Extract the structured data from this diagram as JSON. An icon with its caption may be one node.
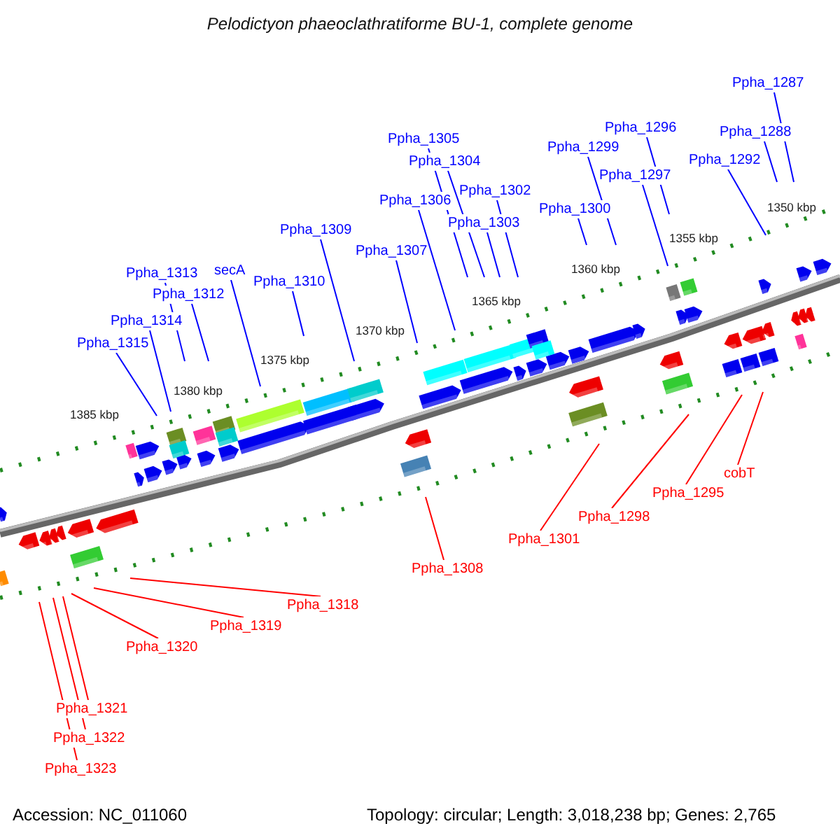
{
  "diagram": {
    "title": "Pelodictyon phaeoclathratiforme BU-1, complete genome",
    "nodes": [
      {
        "text": [
          "Ppha_1287"
        ]
      },
      {
        "text": [
          "Ppha_1296"
        ]
      },
      {
        "text": [
          "Ppha_1288"
        ]
      },
      {
        "text": [
          "Ppha_1305"
        ]
      },
      {
        "text": [
          "Ppha_1299"
        ]
      },
      {
        "text": [
          "Ppha_1292"
        ]
      },
      {
        "text": [
          "Ppha_1304"
        ]
      },
      {
        "text": [
          "Ppha_1297"
        ]
      },
      {
        "text": [
          "Ppha_1302"
        ]
      },
      {
        "text": [
          "Ppha_1306"
        ]
      },
      {
        "text": [
          "Ppha_1300"
        ]
      },
      {
        "text": [
          "Ppha_1303"
        ]
      },
      {
        "text": [
          "Ppha_1309"
        ]
      },
      {
        "text": [
          "Ppha_1307"
        ]
      },
      {
        "text": [
          "secA"
        ]
      },
      {
        "text": [
          "Ppha_1313"
        ]
      },
      {
        "text": [
          "Ppha_1310"
        ]
      },
      {
        "text": [
          "Ppha_1312"
        ]
      },
      {
        "text": [
          "Ppha_1314"
        ]
      },
      {
        "text": [
          "Ppha_1315"
        ]
      },
      {
        "text": [
          "cobT"
        ]
      },
      {
        "text": [
          "Ppha_1295"
        ]
      },
      {
        "text": [
          "Ppha_1298"
        ]
      },
      {
        "text": [
          "Ppha_1301"
        ]
      },
      {
        "text": [
          "Ppha_1308"
        ]
      },
      {
        "text": [
          "Ppha_1318"
        ]
      },
      {
        "text": [
          "Ppha_1319"
        ]
      },
      {
        "text": [
          "Ppha_1320"
        ]
      },
      {
        "text": [
          "Ppha_1321"
        ]
      },
      {
        "text": [
          "Ppha_1322"
        ]
      },
      {
        "text": [
          "Ppha_1323"
        ]
      }
    ],
    "edges": [
      {
        "from": 0,
        "to": null,
        "arrow": "none"
      },
      {
        "from": 1,
        "to": null,
        "arrow": "none"
      },
      {
        "from": 2,
        "to": null,
        "arrow": "none"
      },
      {
        "from": 3,
        "to": null,
        "arrow": "none"
      },
      {
        "from": 4,
        "to": null,
        "arrow": "none"
      },
      {
        "from": 5,
        "to": null,
        "arrow": "none"
      },
      {
        "from": 6,
        "to": null,
        "arrow": "none"
      },
      {
        "from": 7,
        "to": null,
        "arrow": "none"
      },
      {
        "from": 8,
        "to": null,
        "arrow": "none"
      },
      {
        "from": 9,
        "to": null,
        "arrow": "none"
      },
      {
        "from": 10,
        "to": null,
        "arrow": "none"
      },
      {
        "from": 11,
        "to": null,
        "arrow": "none"
      },
      {
        "from": 12,
        "to": null,
        "arrow": "none"
      },
      {
        "from": 13,
        "to": null,
        "arrow": "none"
      },
      {
        "from": 14,
        "to": null,
        "arrow": "none"
      },
      {
        "from": 15,
        "to": null,
        "arrow": "none"
      },
      {
        "from": 16,
        "to": null,
        "arrow": "none"
      },
      {
        "from": 17,
        "to": null,
        "arrow": "none"
      },
      {
        "from": 18,
        "to": null,
        "arrow": "none"
      },
      {
        "from": 19,
        "to": null,
        "arrow": "none"
      },
      {
        "from": 20,
        "to": null,
        "arrow": "none",
        "color": "#ff0000"
      },
      {
        "from": 21,
        "to": null,
        "arrow": "none",
        "color": "#ff0000"
      },
      {
        "from": 22,
        "to": null,
        "arrow": "none",
        "color": "#ff0000"
      },
      {
        "from": 23,
        "to": null,
        "arrow": "none",
        "color": "#ff0000"
      },
      {
        "from": 24,
        "to": null,
        "arrow": "none",
        "color": "#ff0000"
      },
      {
        "from": 25,
        "to": null,
        "arrow": "none",
        "color": "#ff0000"
      },
      {
        "from": 26,
        "to": null,
        "arrow": "none",
        "color": "#ff0000"
      },
      {
        "from": 27,
        "to": null,
        "arrow": "none",
        "color": "#ff0000"
      },
      {
        "from": 28,
        "to": null,
        "arrow": "none",
        "color": "#ff0000"
      },
      {
        "from": 29,
        "to": null,
        "arrow": "none",
        "color": "#ff0000"
      },
      {
        "from": 30,
        "to": null,
        "arrow": "none",
        "color": "#ff0000"
      }
    ],
    "labels": [
      "1350 kbp",
      "1355 kbp",
      "1360 kbp",
      "1365 kbp",
      "1370 kbp",
      "1375 kbp",
      "1380 kbp",
      "1385 kbp",
      "Accession: NC_011060",
      "Topology: circular; Length: 3,018,238 bp; Genes: 2,765"
    ]
  }
}
